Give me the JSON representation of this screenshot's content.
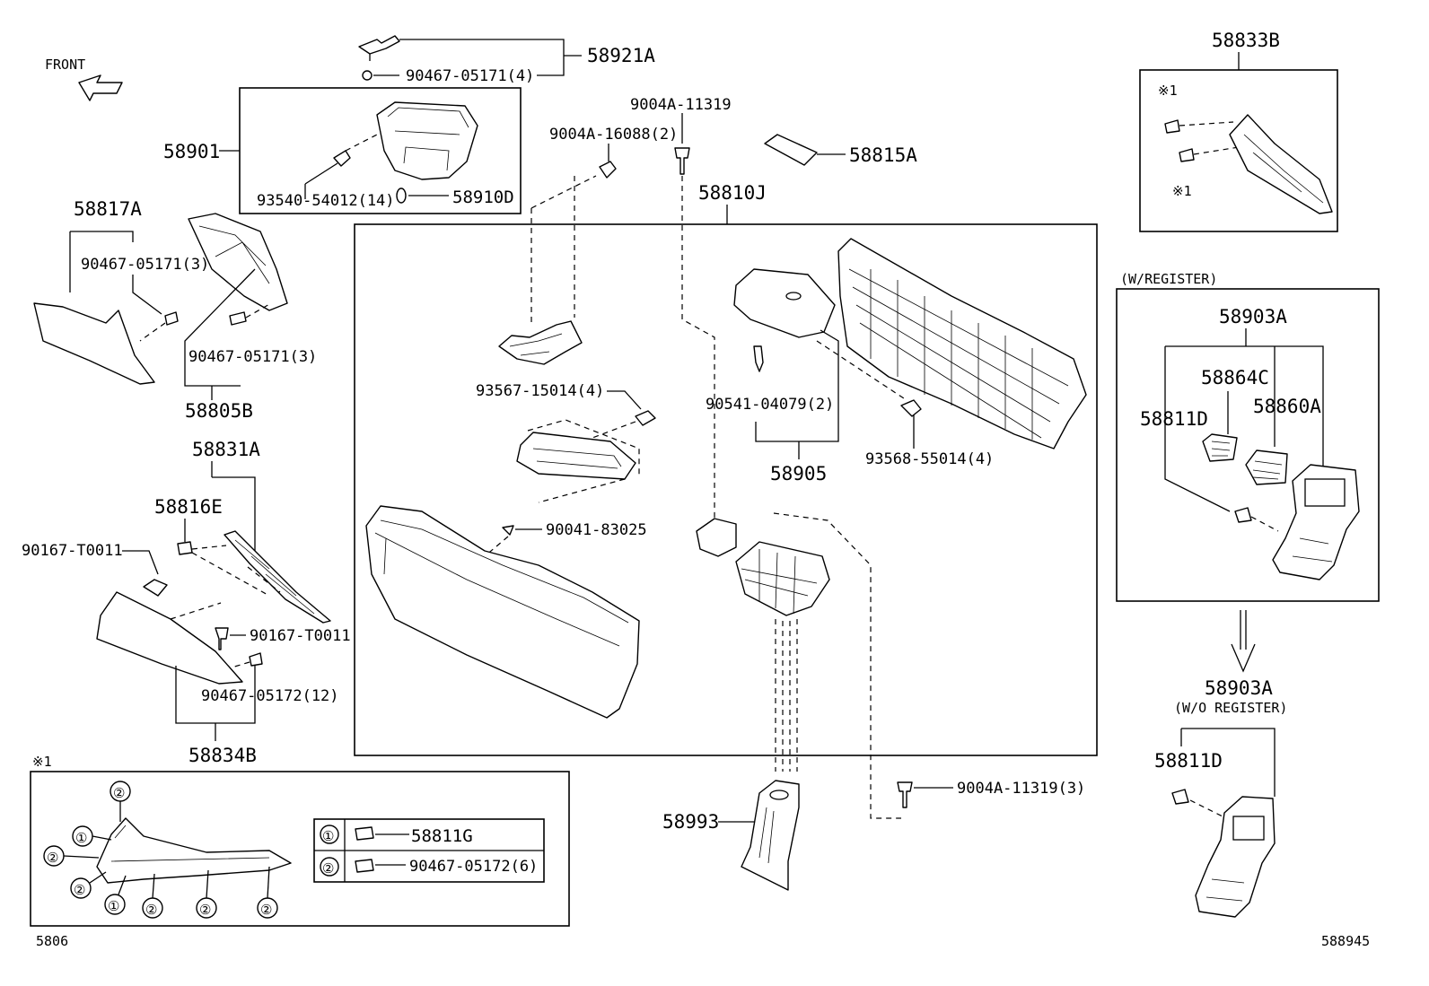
{
  "front_label": "FRONT",
  "callouts": {
    "p58921A": "58921A",
    "p90467_05171_4": "90467-05171(4)",
    "p9004A_11319": "9004A-11319",
    "p9004A_16088_2": "9004A-16088(2)",
    "p58815A": "58815A",
    "p58901": "58901",
    "p93540_54012_14": "93540-54012(14)",
    "p58910D": "58910D",
    "p58817A": "58817A",
    "p90467_05171_3a": "90467-05171(3)",
    "p90467_05171_3b": "90467-05171(3)",
    "p58805B": "58805B",
    "p58810J": "58810J",
    "p93567_15014_4": "93567-15014(4)",
    "p90541_04079_2": "90541-04079(2)",
    "p58905": "58905",
    "p93568_55014_4": "93568-55014(4)",
    "p90041_83025": "90041-83025",
    "p58831A": "58831A",
    "p58816E": "58816E",
    "p90167_T0011a": "90167-T0011",
    "p90167_T0011b": "90167-T0011",
    "p90467_05172_12": "90467-05172(12)",
    "p58834B": "58834B",
    "p58993": "58993",
    "p9004A_11319_3": "9004A-11319(3)",
    "p58833B": "58833B",
    "p58903A_top": "58903A",
    "p58864C": "58864C",
    "p58811D_top": "58811D",
    "p58860A": "58860A",
    "p58903A_bottom": "58903A",
    "p58811D_bottom": "58811D"
  },
  "notes": {
    "w_register": "(W/REGISTER)",
    "wo_register": "(W/O REGISTER)",
    "note_mark": "※1",
    "note_mark_a": "※1",
    "note_mark_b": "※1"
  },
  "inset_legend": {
    "circle_1": "①",
    "circle_2": "②",
    "item_1": "58811G",
    "item_2": "90467-05172(6)"
  },
  "inset_circles": [
    "②",
    "①",
    "②",
    "②",
    "①",
    "②",
    "②",
    "②"
  ],
  "footer": {
    "left_code": "5806",
    "right_code": "588945"
  }
}
